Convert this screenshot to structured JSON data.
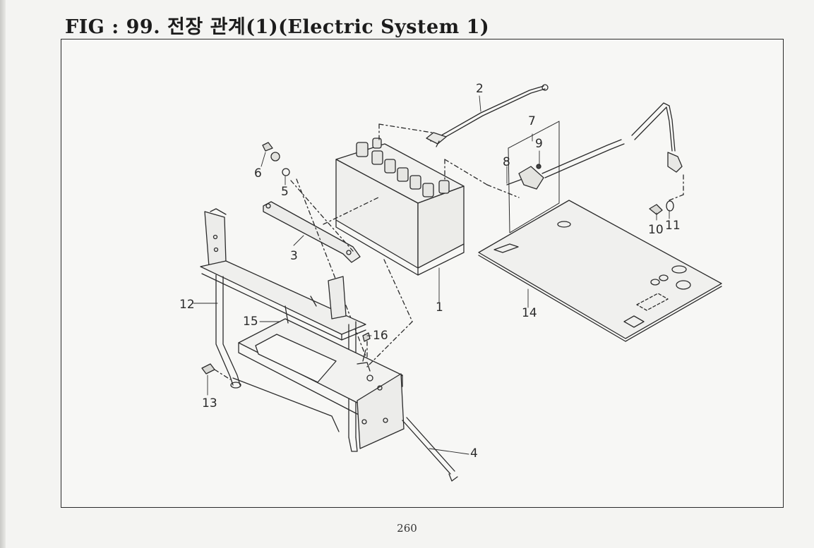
{
  "figure": {
    "title": "FIG : 99. 전장 관계(1)(Electric System 1)"
  },
  "callouts": [
    "1",
    "2",
    "3",
    "4",
    "5",
    "6",
    "7",
    "8",
    "9",
    "10",
    "11",
    "12",
    "13",
    "14",
    "15",
    "16"
  ],
  "page_number": "260"
}
